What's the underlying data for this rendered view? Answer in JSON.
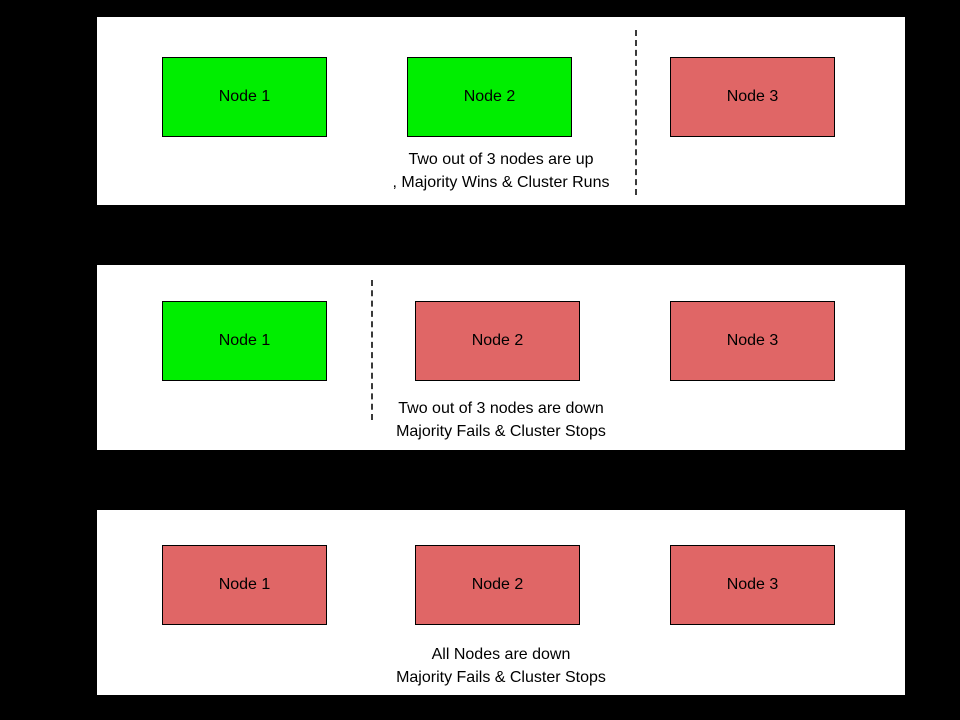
{
  "colors": {
    "node_up": "#00ee00",
    "node_down": "#e06666",
    "panel_bg": "#ffffff",
    "page_bg": "#000000"
  },
  "panels": [
    {
      "id": "scenario-majority-up",
      "nodes": [
        {
          "label": "Node 1",
          "status": "up"
        },
        {
          "label": "Node 2",
          "status": "up"
        },
        {
          "label": "Node 3",
          "status": "down"
        }
      ],
      "caption_line1": "Two out of 3 nodes are up",
      "caption_line2": ", Majority Wins & Cluster Runs",
      "has_partition_divider": true
    },
    {
      "id": "scenario-majority-down",
      "nodes": [
        {
          "label": "Node 1",
          "status": "up"
        },
        {
          "label": "Node 2",
          "status": "down"
        },
        {
          "label": "Node 3",
          "status": "down"
        }
      ],
      "caption_line1": "Two out of 3 nodes are down",
      "caption_line2": "Majority Fails & Cluster Stops",
      "has_partition_divider": true
    },
    {
      "id": "scenario-all-down",
      "nodes": [
        {
          "label": "Node 1",
          "status": "down"
        },
        {
          "label": "Node 2",
          "status": "down"
        },
        {
          "label": "Node 3",
          "status": "down"
        }
      ],
      "caption_line1": "All Nodes are down",
      "caption_line2": "Majority Fails & Cluster Stops",
      "has_partition_divider": false
    }
  ]
}
